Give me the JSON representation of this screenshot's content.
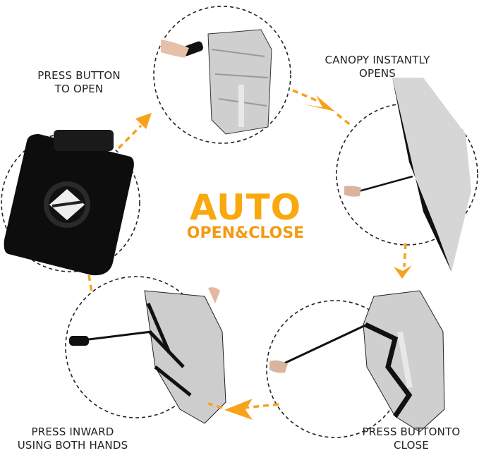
{
  "title": {
    "main": "AUTO",
    "sub": "OPEN&CLOSE"
  },
  "steps": [
    {
      "line1": "PRESS BUTTON",
      "line2": "TO OPEN"
    },
    {
      "line1": "CANOPY INSTANTLY",
      "line2": "OPENS"
    },
    {
      "line1": "PRESS BUTTONTO",
      "line2": "CLOSE"
    },
    {
      "line1": "PRESS INWARD",
      "line2": "USING BOTH HANDS"
    }
  ],
  "colors": {
    "accent": "#f9a80e",
    "arrow": "#f7a21b",
    "canopy": "#c9c9c9",
    "black": "#111111"
  }
}
